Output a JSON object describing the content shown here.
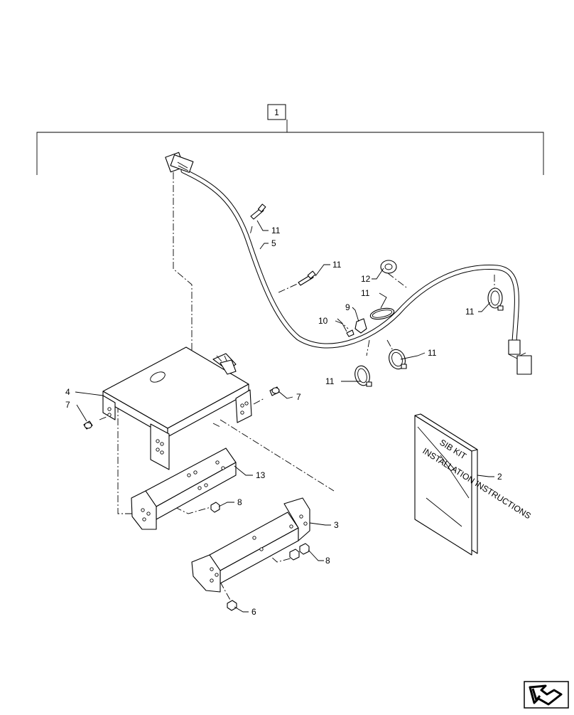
{
  "diagram": {
    "kit_callout": "1",
    "callouts": [
      {
        "id": "c-11a",
        "label": "11"
      },
      {
        "id": "c-5",
        "label": "5"
      },
      {
        "id": "c-11b",
        "label": "11"
      },
      {
        "id": "c-12",
        "label": "12"
      },
      {
        "id": "c-11c",
        "label": "11"
      },
      {
        "id": "c-9",
        "label": "9"
      },
      {
        "id": "c-10",
        "label": "10"
      },
      {
        "id": "c-11d",
        "label": "11"
      },
      {
        "id": "c-11e",
        "label": "11"
      },
      {
        "id": "c-11f",
        "label": "11"
      },
      {
        "id": "c-4",
        "label": "4"
      },
      {
        "id": "c-7a",
        "label": "7"
      },
      {
        "id": "c-7b",
        "label": "7"
      },
      {
        "id": "c-13",
        "label": "13"
      },
      {
        "id": "c-8a",
        "label": "8"
      },
      {
        "id": "c-3",
        "label": "3"
      },
      {
        "id": "c-8b",
        "label": "8"
      },
      {
        "id": "c-6",
        "label": "6"
      },
      {
        "id": "c-2",
        "label": "2"
      }
    ],
    "manual_cover_lines": [
      "SIB KIT",
      "INSTALLATION INSTRUCTIONS"
    ],
    "navigation_icon": "next-page-arrow-icon"
  }
}
